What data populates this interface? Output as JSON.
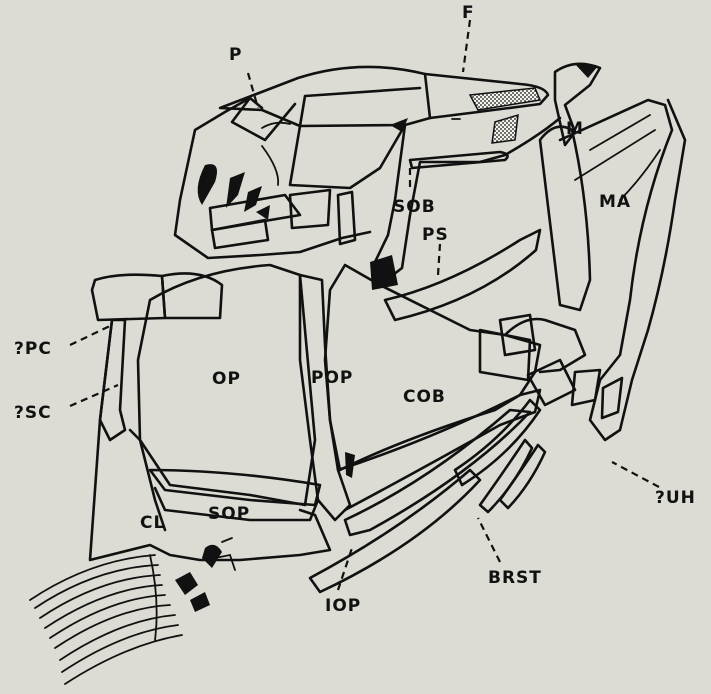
{
  "labels": {
    "p": "P",
    "f": "F",
    "m": "M",
    "ma": "MA",
    "sob": "SOB",
    "ps": "PS",
    "pc": "?PC",
    "sc": "?SC",
    "op": "OP",
    "pop": "POP",
    "cob": "COB",
    "uh": "?UH",
    "sop": "SOP",
    "cl": "CL",
    "iop": "IOP",
    "brst": "BRST"
  }
}
